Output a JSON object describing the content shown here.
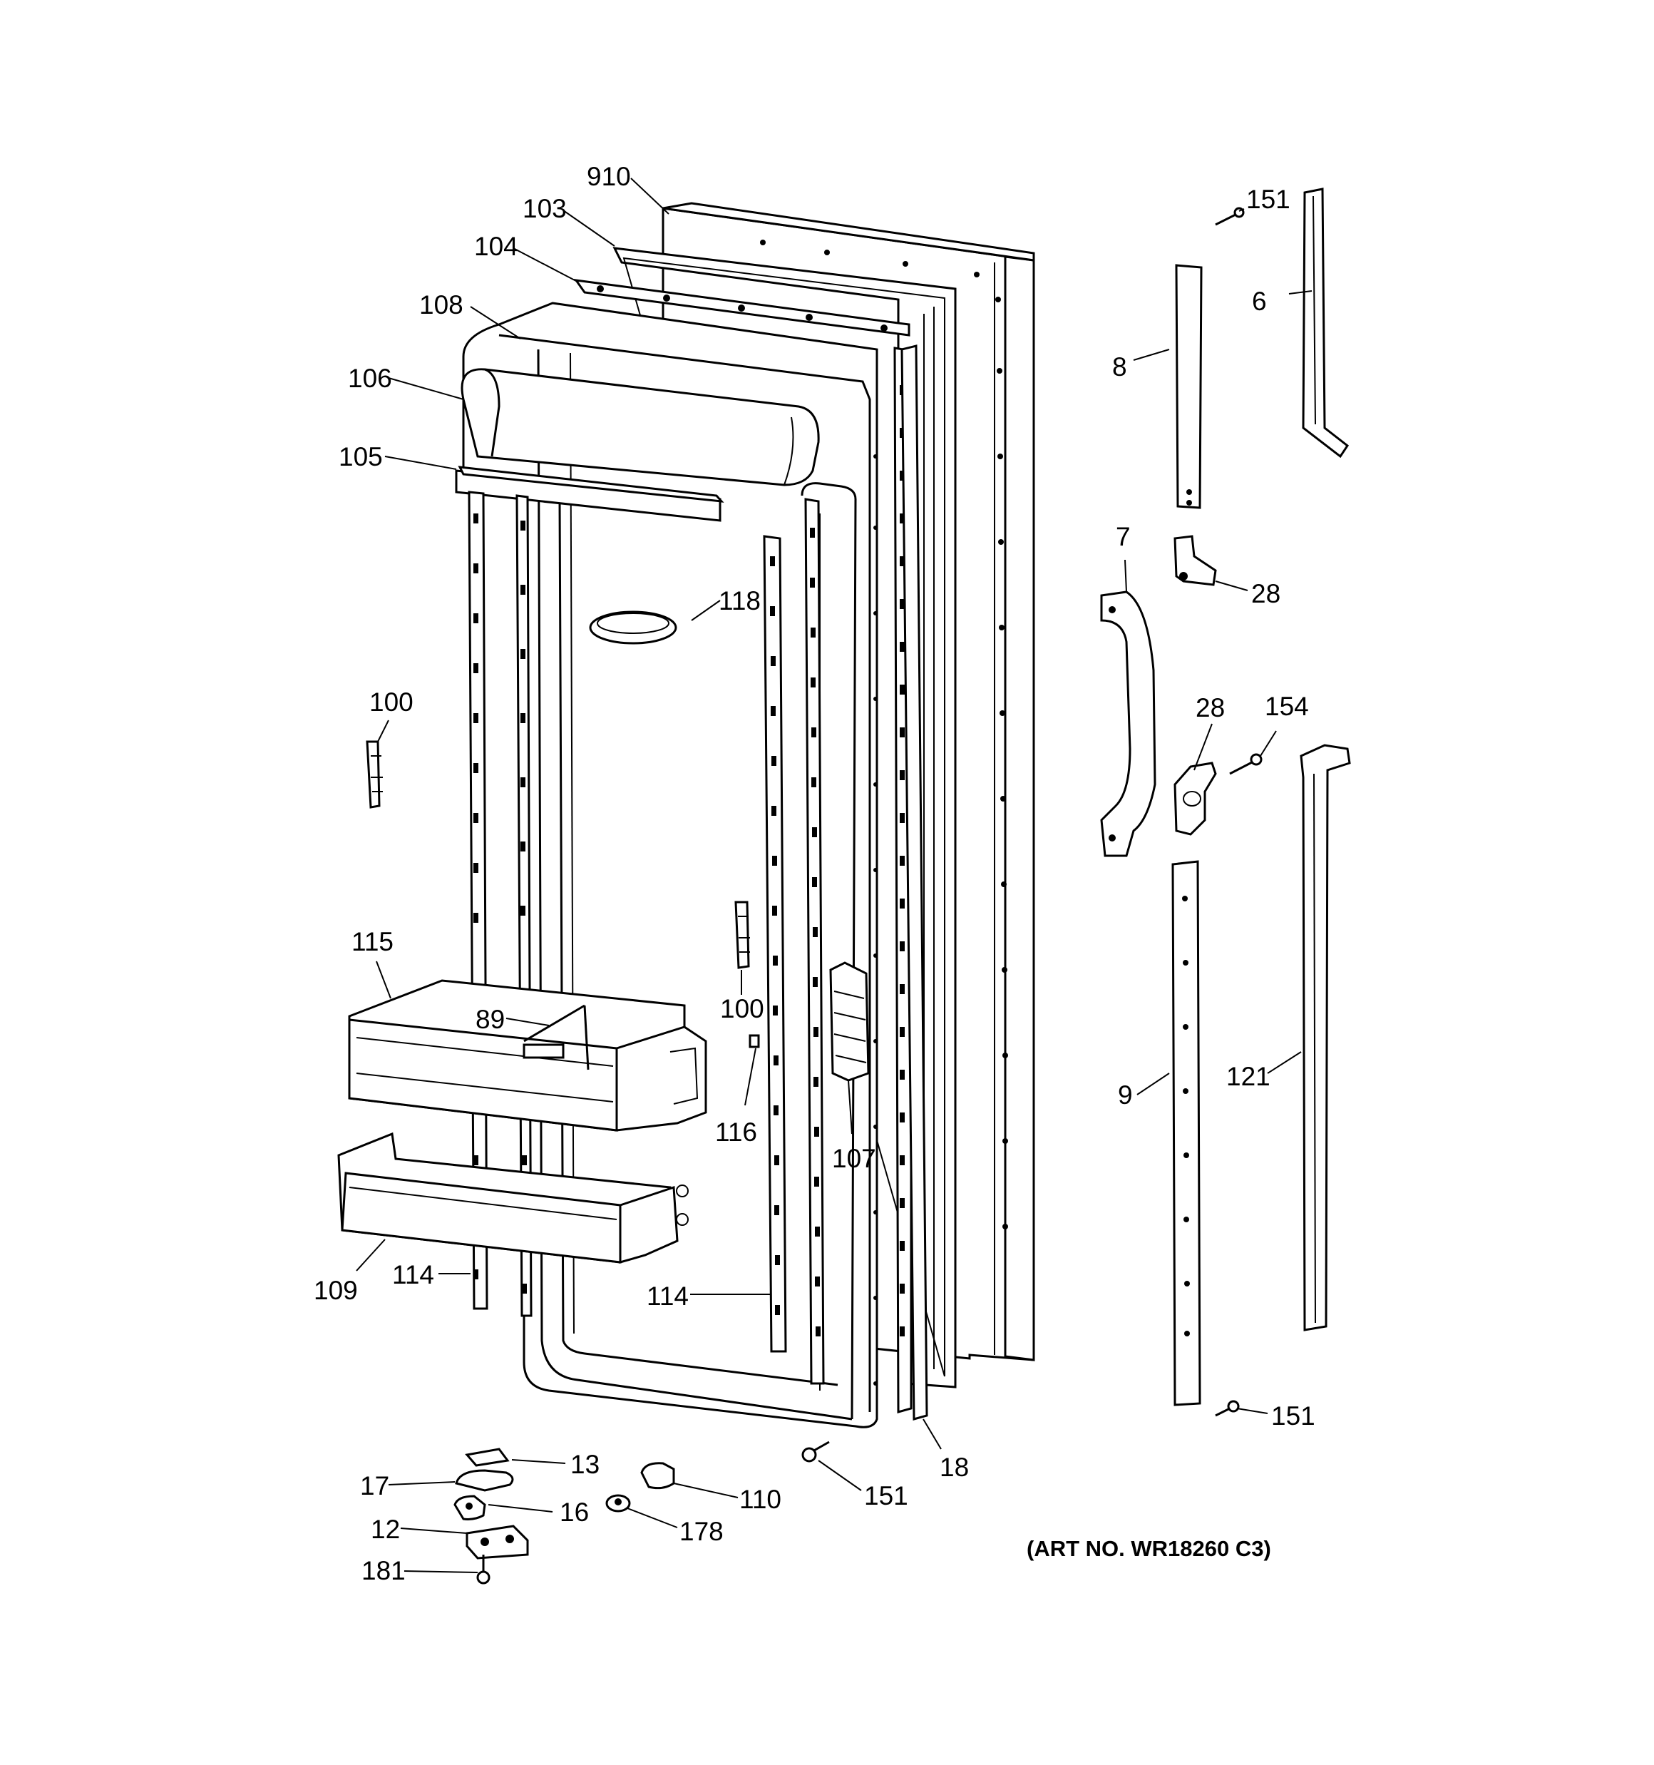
{
  "diagram": {
    "art_number": "(ART NO. WR18260 C3)",
    "callouts": [
      {
        "id": "c-910",
        "text": "910"
      },
      {
        "id": "c-103",
        "text": "103"
      },
      {
        "id": "c-104",
        "text": "104"
      },
      {
        "id": "c-108",
        "text": "108"
      },
      {
        "id": "c-106",
        "text": "106"
      },
      {
        "id": "c-105",
        "text": "105"
      },
      {
        "id": "c-118",
        "text": "118"
      },
      {
        "id": "c-100a",
        "text": "100"
      },
      {
        "id": "c-115",
        "text": "115"
      },
      {
        "id": "c-89",
        "text": "89"
      },
      {
        "id": "c-100b",
        "text": "100"
      },
      {
        "id": "c-116",
        "text": "116"
      },
      {
        "id": "c-107",
        "text": "107"
      },
      {
        "id": "c-109",
        "text": "109"
      },
      {
        "id": "c-114a",
        "text": "114"
      },
      {
        "id": "c-114b",
        "text": "114"
      },
      {
        "id": "c-151a",
        "text": "151"
      },
      {
        "id": "c-6",
        "text": "6"
      },
      {
        "id": "c-8",
        "text": "8"
      },
      {
        "id": "c-7",
        "text": "7"
      },
      {
        "id": "c-28a",
        "text": "28"
      },
      {
        "id": "c-28b",
        "text": "28"
      },
      {
        "id": "c-154",
        "text": "154"
      },
      {
        "id": "c-9",
        "text": "9"
      },
      {
        "id": "c-121",
        "text": "121"
      },
      {
        "id": "c-151b",
        "text": "151"
      },
      {
        "id": "c-13",
        "text": "13"
      },
      {
        "id": "c-17",
        "text": "17"
      },
      {
        "id": "c-16",
        "text": "16"
      },
      {
        "id": "c-12",
        "text": "12"
      },
      {
        "id": "c-181",
        "text": "181"
      },
      {
        "id": "c-110",
        "text": "110"
      },
      {
        "id": "c-178",
        "text": "178"
      },
      {
        "id": "c-151c",
        "text": "151"
      },
      {
        "id": "c-18",
        "text": "18"
      }
    ]
  }
}
